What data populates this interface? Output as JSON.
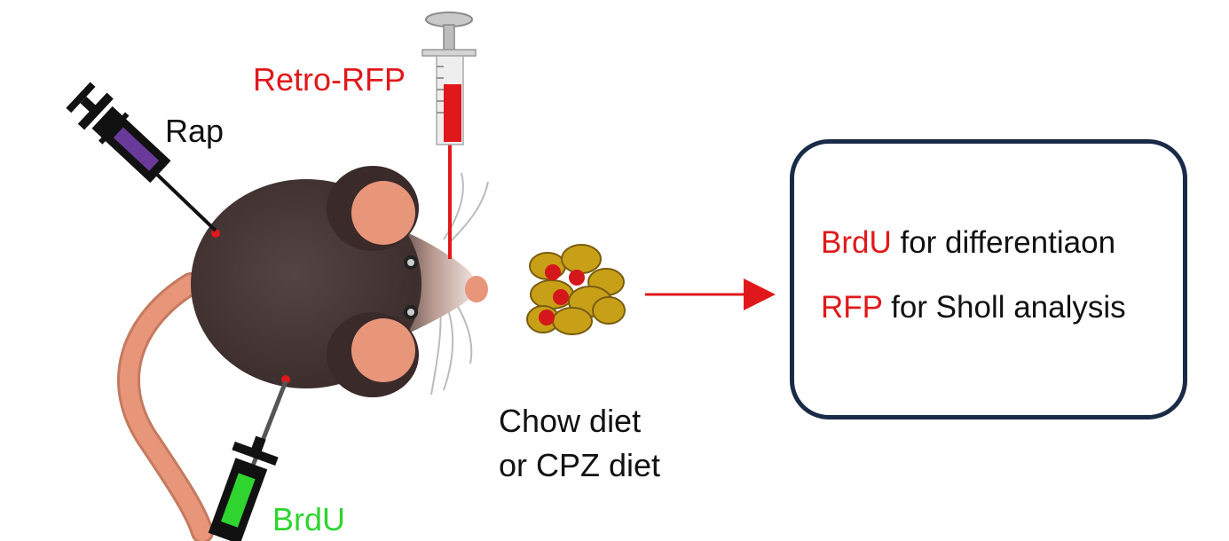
{
  "labels": {
    "retro_rfp": "Retro-RFP",
    "rap": "Rap",
    "brdu": "BrdU",
    "diet_line1": "Chow diet",
    "diet_line2": "or CPZ diet"
  },
  "result_box": {
    "line1_highlight": "BrdU",
    "line1_rest": " for differentiaon",
    "line2_highlight": "RFP",
    "line2_rest": " for Sholl analysis"
  },
  "colors": {
    "highlight_red": "#e1181b",
    "brdu_green": "#2fd42f",
    "rap_purple": "#6a3a9a",
    "mouse_body": "#4a3a3a",
    "ear_pink": "#e8967a",
    "tail": "#e8967a",
    "pellet_gold": "#c8a018",
    "box_border": "#1a2b47"
  }
}
